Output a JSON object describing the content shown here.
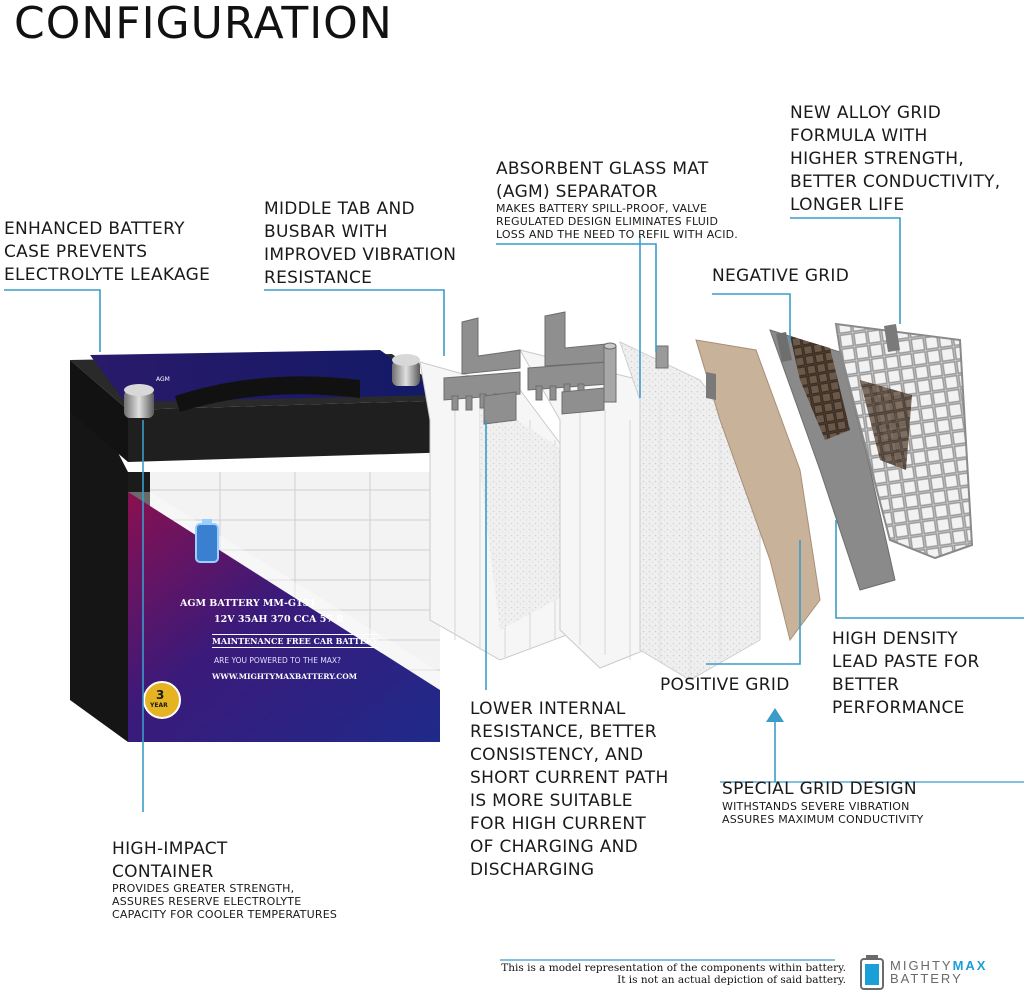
{
  "title": "CONFIGURATION",
  "callouts": {
    "case": "ENHANCED BATTERY\nCASE PREVENTS\nELECTROLYTE LEAKAGE",
    "tab": "MIDDLE TAB AND\nBUSBAR WITH\nIMPROVED VIBRATION\nRESISTANCE",
    "agm_title": "ABSORBENT GLASS MAT\n(AGM) SEPARATOR",
    "agm_desc": "MAKES BATTERY SPILL-PROOF, VALVE\nREGULATED DESIGN ELIMINATES FLUID\nLOSS AND THE NEED TO REFIL WITH ACID.",
    "alloy": "NEW ALLOY GRID\nFORMULA WITH\nHIGHER STRENGTH,\nBETTER CONDUCTIVITY,\nLONGER LIFE",
    "negative": "NEGATIVE GRID",
    "paste": "HIGH DENSITY\nLEAD PASTE FOR\nBETTER\nPERFORMANCE",
    "positive": "POSITIVE GRID",
    "special_title": "SPECIAL GRID DESIGN",
    "special_desc": "WITHSTANDS SEVERE VIBRATION\nASSURES MAXIMUM CONDUCTIVITY",
    "resistance": "LOWER INTERNAL\nRESISTANCE, BETTER\nCONSISTENCY, AND\nSHORT CURRENT PATH\nIS MORE SUITABLE\nFOR HIGH CURRENT\nOF CHARGING AND\nDISCHARGING",
    "container_title": "HIGH-IMPACT\nCONTAINER",
    "container_desc": "PROVIDES GREATER STRENGTH,\nASSURES RESERVE ELECTROLYTE\nCAPACITY FOR COOLER TEMPERATURES"
  },
  "battery_label": {
    "model": "AGM BATTERY MM-G151",
    "specs": "12V 35AH 370 CCA 57 R",
    "maintenance": "MAINTENANCE FREE CAR BATTERY",
    "slogan": "ARE YOU POWERED TO THE MAX?",
    "website": "WWW.MIGHTYMAXBATTERY.COM",
    "warranty_number": "3",
    "warranty_word": "YEAR",
    "lid_tag": "AGM"
  },
  "footer": {
    "note": "This is a model representation of the components within battery.\nIt is not an actual depiction of said battery.",
    "logo_top_a": "MIGHTY",
    "logo_top_b": "MAX",
    "logo_bottom": "BATTERY"
  },
  "colors": {
    "accent": "#1a9fd6",
    "leader": "#3b9cc9",
    "label_blue": "#1f2a8a",
    "label_magenta": "#8a1050",
    "case_black": "#1b1b1b",
    "plate_white": "#f3f3f3",
    "separator_tan": "#c9b29a",
    "grid_dark": "#4a3b30"
  }
}
